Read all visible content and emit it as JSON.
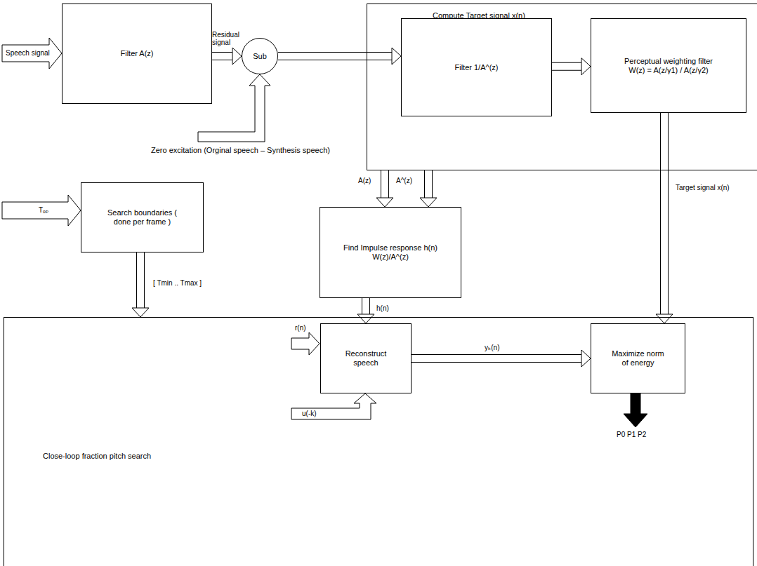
{
  "diagram": {
    "nodes": [
      {
        "text": [
          "Filter A(z)"
        ]
      },
      {
        "text": [
          "Sub"
        ]
      },
      {
        "text": [
          "Compute Target signal x(n)"
        ]
      },
      {
        "text": [
          "Filter 1/A^(z)"
        ],
        "in": 2
      },
      {
        "text": [
          "Perceptual weighting filter W(z) = A(z/γ1) / A(z/γ2)"
        ],
        "in": 2
      },
      {
        "text": [
          "Search boundaries ( done per frame )"
        ]
      },
      {
        "text": [
          "Find Impulse response h(n) W(z)/A^(z)"
        ]
      },
      {
        "text": [
          "Close-loop fraction pitch search"
        ]
      },
      {
        "text": [
          "Reconstruct speech"
        ],
        "in": 7
      },
      {
        "text": [
          "Maximize norm of energy"
        ],
        "in": 7
      }
    ],
    "edges": [
      {
        "from": 0,
        "to": 1,
        "label": "Residual signal",
        "arrow": "to"
      },
      {
        "from": 1,
        "to": 3,
        "arrow": "to"
      },
      {
        "from": 3,
        "to": 4,
        "arrow": "to"
      },
      {
        "from": 4,
        "to": 9,
        "label": "Target signal x(n)",
        "arrow": "to"
      },
      {
        "from": 2,
        "to": 6,
        "label": "A(z)",
        "arrow": "to"
      },
      {
        "from": 2,
        "to": 6,
        "label": "A^(z)",
        "arrow": "to"
      },
      {
        "from": 5,
        "to": 7,
        "label": "[ Tmin .. Tmax ]",
        "arrow": "to"
      },
      {
        "from": 6,
        "to": 8,
        "label": "h(n)",
        "arrow": "to"
      },
      {
        "from": 8,
        "to": 9,
        "label": "yₖ(n)",
        "arrow": "to"
      }
    ],
    "labels": [
      "Speech signal",
      "Zero excitation (Orginal speech – Synthesis speech)",
      "Tₒₚ",
      "r(n)",
      "u(-k)",
      "P0 P1 P2"
    ]
  }
}
